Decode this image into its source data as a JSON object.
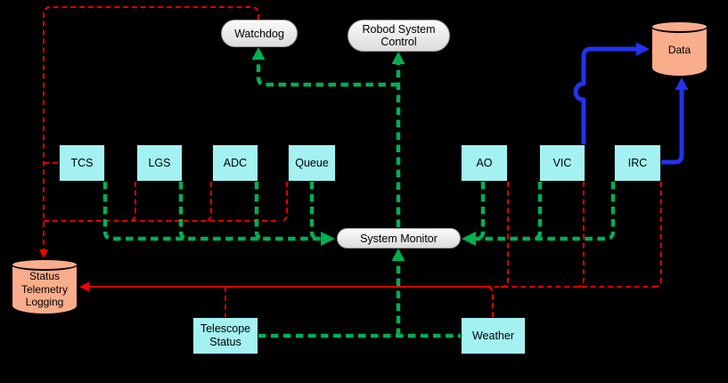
{
  "colors": {
    "background": "#000000",
    "node_fill": "#A4F1F2",
    "node_border": "#101010",
    "db_fill": "#F9AD8B",
    "control_border": "#979797",
    "telemetry_line": "#FF0000",
    "monitor_line": "#00B050",
    "data_line": "#2233F0",
    "text": "#000000"
  },
  "nodes": {
    "watchdog": {
      "label": "Watchdog"
    },
    "robod_system_control": {
      "label": "Robod System Control"
    },
    "system_monitor": {
      "label": "System Monitor"
    },
    "data_store": {
      "label": "Data"
    },
    "status_telemetry_logging": {
      "lines": [
        "Status",
        "Telemetry",
        "Logging"
      ]
    },
    "tcs": {
      "label": "TCS"
    },
    "lgs": {
      "label": "LGS"
    },
    "adc": {
      "label": "ADC"
    },
    "queue": {
      "label": "Queue"
    },
    "ao": {
      "label": "AO"
    },
    "vic": {
      "label": "VIC"
    },
    "irc": {
      "label": "IRC"
    },
    "telescope_status": {
      "lines": [
        "Telescope",
        "Status"
      ]
    },
    "weather": {
      "label": "Weather"
    }
  },
  "edges": [
    {
      "from": "TCS",
      "to": "System Monitor",
      "style": "green-dashed"
    },
    {
      "from": "LGS",
      "to": "System Monitor",
      "style": "green-dashed"
    },
    {
      "from": "ADC",
      "to": "System Monitor",
      "style": "green-dashed"
    },
    {
      "from": "Queue",
      "to": "System Monitor",
      "style": "green-dashed"
    },
    {
      "from": "AO",
      "to": "System Monitor",
      "style": "green-dashed"
    },
    {
      "from": "VIC",
      "to": "System Monitor",
      "style": "green-dashed"
    },
    {
      "from": "IRC",
      "to": "System Monitor",
      "style": "green-dashed"
    },
    {
      "from": "Telescope Status",
      "to": "System Monitor",
      "style": "green-dashed"
    },
    {
      "from": "Weather",
      "to": "System Monitor",
      "style": "green-dashed"
    },
    {
      "from": "System Monitor",
      "to": "Watchdog",
      "style": "green-dashed"
    },
    {
      "from": "System Monitor",
      "to": "Robod System Control",
      "style": "green-dashed"
    },
    {
      "from": "Watchdog",
      "to": "Status Telemetry Logging",
      "style": "red-dashed"
    },
    {
      "from": "TCS",
      "to": "Status Telemetry Logging",
      "style": "red-dashed"
    },
    {
      "from": "LGS",
      "to": "Status Telemetry Logging",
      "style": "red-dashed"
    },
    {
      "from": "ADC",
      "to": "Status Telemetry Logging",
      "style": "red-dashed"
    },
    {
      "from": "Queue",
      "to": "Status Telemetry Logging",
      "style": "red-dashed"
    },
    {
      "from": "AO",
      "to": "Status Telemetry Logging",
      "style": "red-dashed"
    },
    {
      "from": "VIC",
      "to": "Status Telemetry Logging",
      "style": "red-dashed"
    },
    {
      "from": "IRC",
      "to": "Status Telemetry Logging",
      "style": "red-dashed"
    },
    {
      "from": "Telescope Status",
      "to": "Status Telemetry Logging",
      "style": "red-dashed"
    },
    {
      "from": "Weather",
      "to": "Status Telemetry Logging",
      "style": "red-dashed"
    },
    {
      "from": "VIC",
      "to": "Data",
      "style": "blue-solid"
    },
    {
      "from": "IRC",
      "to": "Data",
      "style": "blue-solid"
    }
  ]
}
